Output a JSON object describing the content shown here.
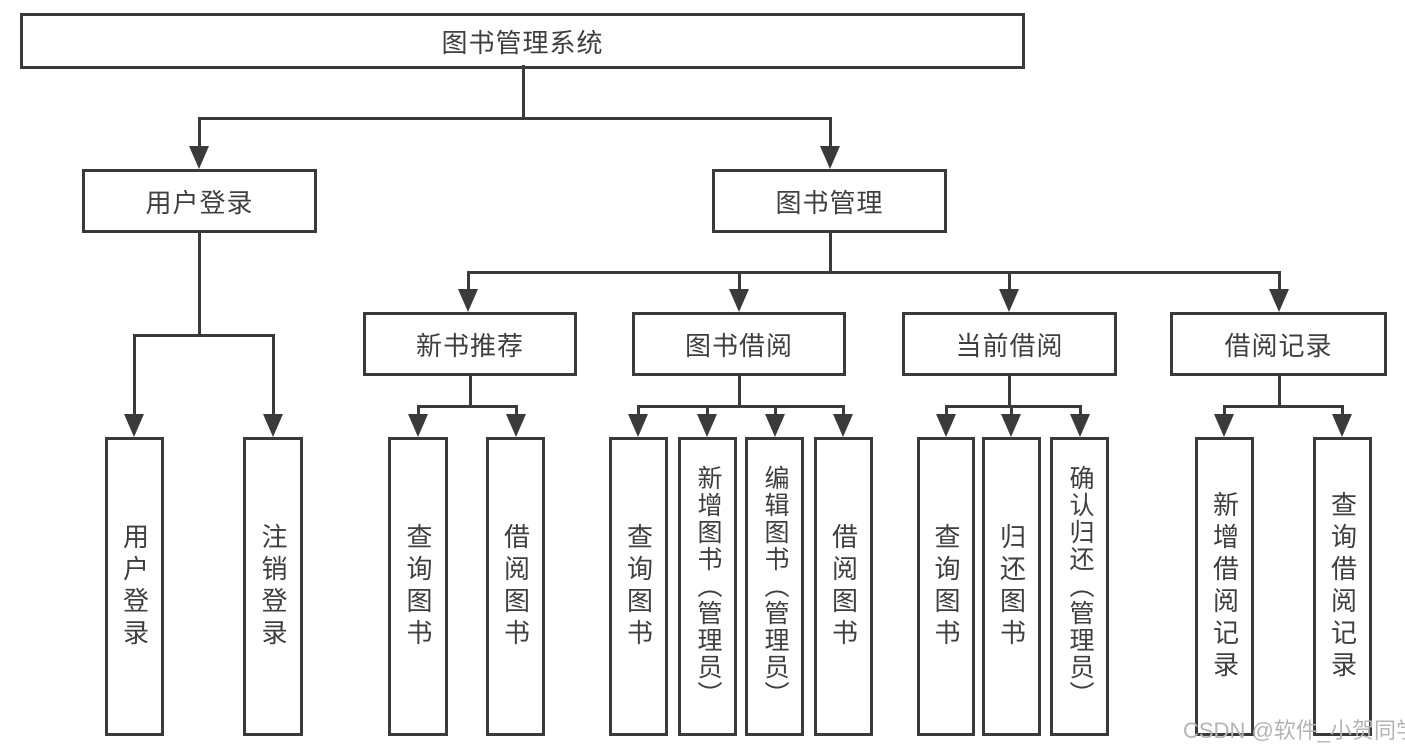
{
  "root": {
    "label": "图书管理系统"
  },
  "branches": [
    {
      "label": "用户登录",
      "children": [
        {
          "label": "用户登录"
        },
        {
          "label": "注销登录"
        }
      ]
    },
    {
      "label": "图书管理",
      "children": [
        {
          "label": "新书推荐",
          "children": [
            {
              "label": "查询图书"
            },
            {
              "label": "借阅图书"
            }
          ]
        },
        {
          "label": "图书借阅",
          "children": [
            {
              "label": "查询图书"
            },
            {
              "label": "新增图书（管理员）"
            },
            {
              "label": "编辑图书（管理员）"
            },
            {
              "label": "借阅图书"
            }
          ]
        },
        {
          "label": "当前借阅",
          "children": [
            {
              "label": "查询图书"
            },
            {
              "label": "归还图书"
            },
            {
              "label": "确认归还（管理员）"
            }
          ]
        },
        {
          "label": "借阅记录",
          "children": [
            {
              "label": "新增借阅记录"
            },
            {
              "label": "查询借阅记录"
            }
          ]
        }
      ]
    }
  ],
  "watermark": "CSDN @软件_小贺同学",
  "colors": {
    "line": "#3a3a3a",
    "text": "#3f3f3f",
    "watermark": "#b4b4b4",
    "background": "#ffffff"
  }
}
